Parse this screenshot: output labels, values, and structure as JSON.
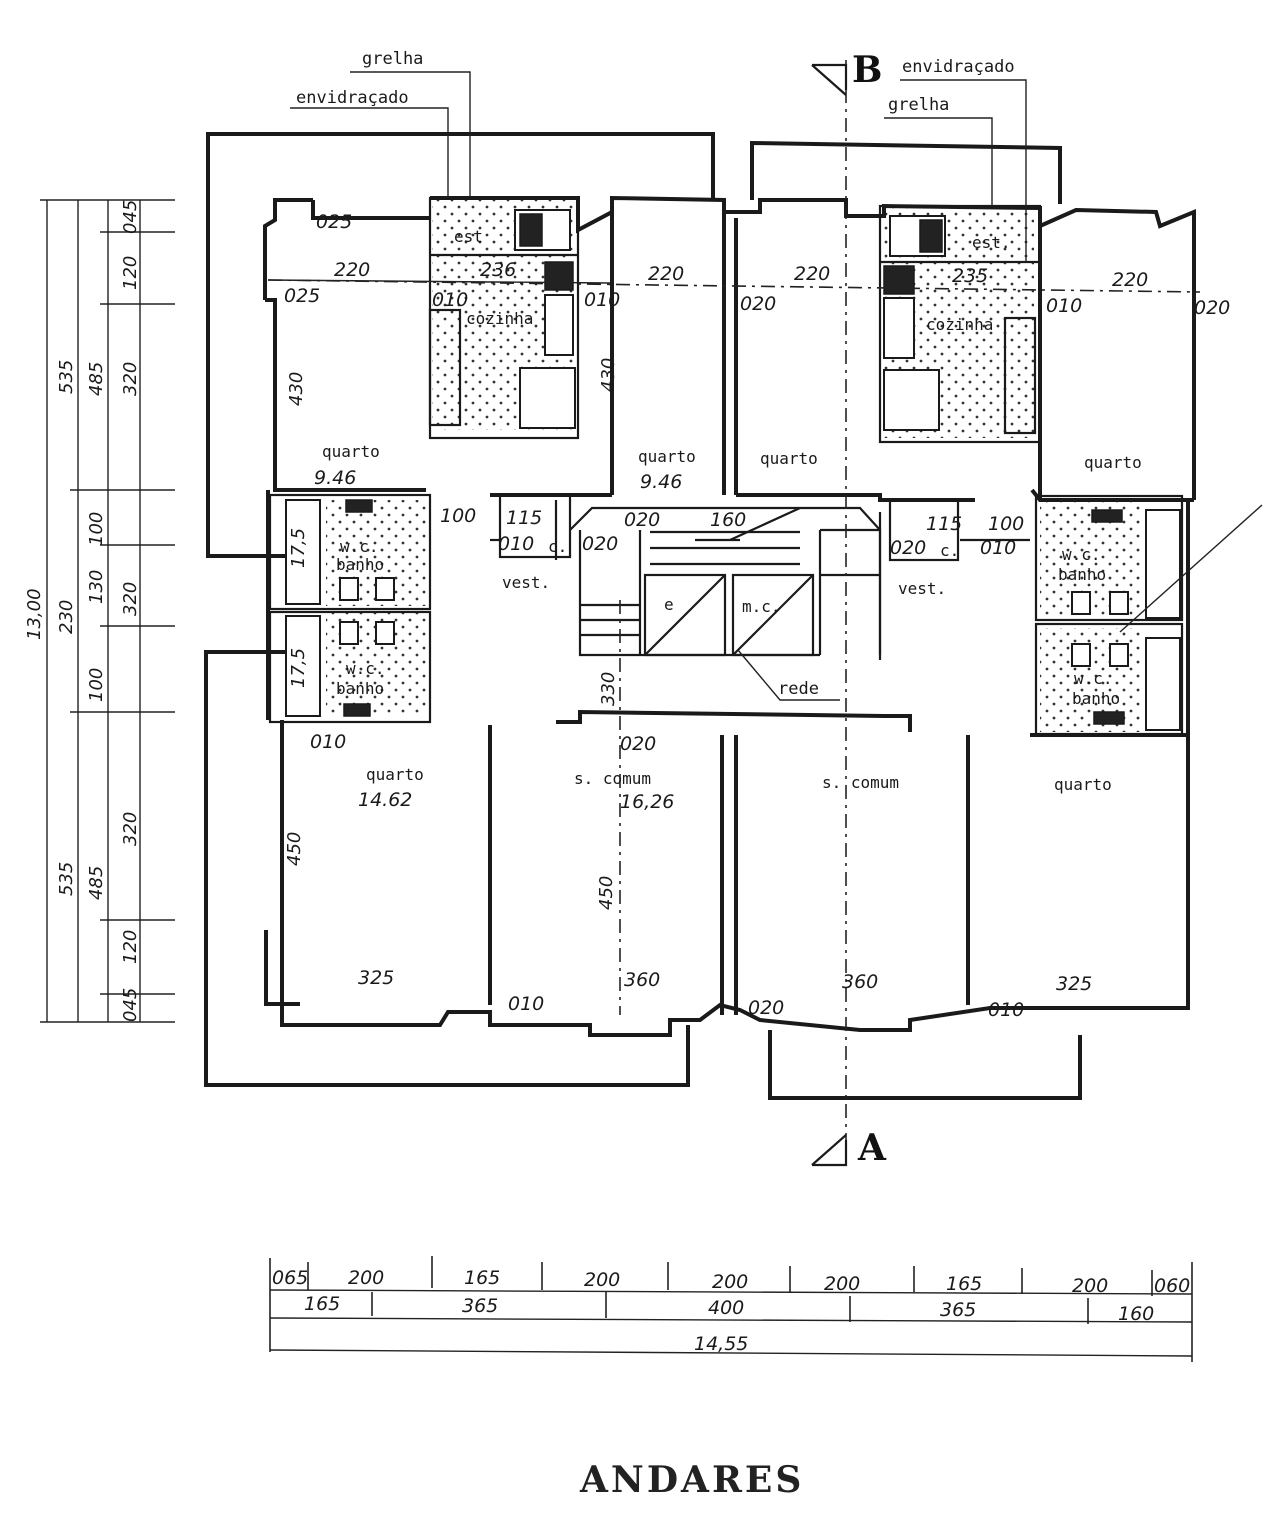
{
  "title": "ANDARES",
  "section_marks": {
    "top": "B",
    "bottom": "A"
  },
  "annotations": {
    "left_grelha": "grelha",
    "left_envidracado": "envidraçado",
    "right_envidracado": "envidraçado",
    "right_grelha": "grelha",
    "rede": "rede"
  },
  "rooms": {
    "quarto_tl": "quarto",
    "quarto_tl_area": "9.46",
    "quarto_tl2": "quarto",
    "quarto_tl2_area": "9.46",
    "quarto_tr1": "quarto",
    "quarto_tr2": "quarto",
    "quarto_bl": "quarto",
    "quarto_bl_area": "14.62",
    "scomum_l": "s. comum",
    "scomum_l_area": "16,26",
    "scomum_r": "s. comum",
    "quarto_br": "quarto",
    "cozinha_l": "cozinha",
    "cozinha_r": "cozinha",
    "est_l": "est",
    "est_r": "est.",
    "wc_l1_a": "w.c.",
    "wc_l1_b": "banho",
    "wc_l2_a": "w.c.",
    "wc_l2_b": "banho",
    "wc_r1_a": "w.c.",
    "wc_r1_b": "banho",
    "wc_r2_a": "w.c.",
    "wc_r2_b": "banho",
    "vest_l": "vest.",
    "vest_r": "vest.",
    "c_l": "c.",
    "c_r": "c.",
    "elev_e": "e",
    "elev_mc": "m.c."
  },
  "dims_plan": {
    "d025a": "025",
    "d025b": "025",
    "d220a": "220",
    "d236": "236",
    "d010a": "010",
    "d010b": "010",
    "d220b": "220",
    "d220c": "220",
    "d020a": "020",
    "d235": "235",
    "d010c": "010",
    "d220d": "220",
    "d020b": "020",
    "d430a": "430",
    "d430b": "430",
    "d100a": "100",
    "d115a": "115",
    "d010d": "010",
    "d020c": "020",
    "d020d": "020",
    "d160": "160",
    "d115b": "115",
    "d100b": "100",
    "d020e": "020",
    "d010e": "010",
    "d175a": "17,5",
    "d175b": "17,5",
    "d330": "330",
    "d010f": "010",
    "d020f": "020",
    "d450a": "450",
    "d450b": "450",
    "d325a": "325",
    "d360a": "360",
    "d360b": "360",
    "d325b": "325",
    "d010g": "010",
    "d020g": "020",
    "d010h": "010"
  },
  "dims_left": {
    "total": "13,00",
    "c1": [
      "535",
      "230",
      "535"
    ],
    "c2": [
      "485",
      "100",
      "130",
      "100",
      "485"
    ],
    "c3": [
      "045",
      "120",
      "320",
      "320",
      "320",
      "120",
      "045"
    ]
  },
  "dims_bottom": {
    "row1": [
      "065",
      "200",
      "165",
      "200",
      "200",
      "200",
      "165",
      "200",
      "060"
    ],
    "row2": [
      "165",
      "365",
      "400",
      "365",
      "160"
    ],
    "total": "14,55"
  }
}
